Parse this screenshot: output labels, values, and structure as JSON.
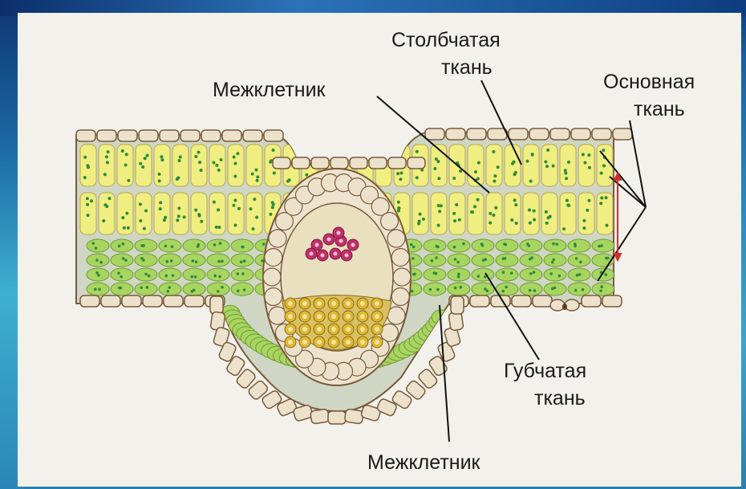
{
  "labels": {
    "palisade_line1": "Столбчатая",
    "palisade_line2": "ткань",
    "intercellular_top": "Межклетник",
    "ground_line1": "Основная",
    "ground_line2": "ткань",
    "spongy_line1": "Губчатая",
    "spongy_line2": "ткань",
    "intercellular_bottom": "Межклетник"
  },
  "colors": {
    "background_sea": "#2a8fc0",
    "panel": "#f2f1ec",
    "epidermis": "#ece2cc",
    "epidermis_outline": "#7a5a3a",
    "palisade_cell": "#f0ee80",
    "spongy_cell": "#a8d560",
    "chloroplast": "#2e8b3a",
    "xylem": "#e0b830",
    "phloem_red": "#c0306a",
    "pointer_red": "#d03030"
  }
}
